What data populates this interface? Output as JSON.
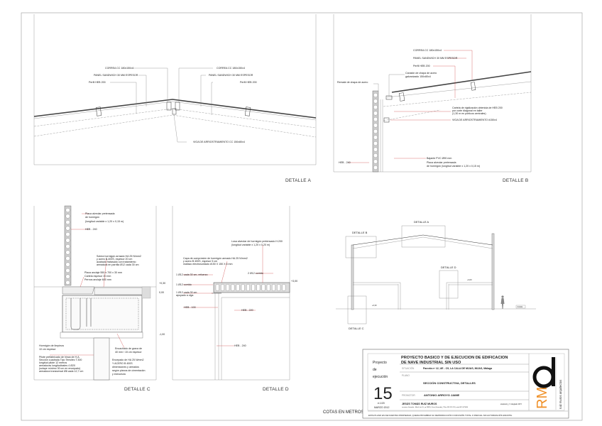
{
  "details": {
    "a": {
      "title": "DETALLE A",
      "labels": [
        "CORREA CC 180x150x4",
        "PANEL SANDWICH 30 MM ESPESOR",
        "Perfil HEB 200",
        "CORREA CC 180x150x4",
        "PANEL SANDWICH 30 MM ESPESOR",
        "Perfil HEB 200",
        "VIGA DE ARRIOSTRAMIENTO CC 150x80x4"
      ]
    },
    "b": {
      "title": "DETALLE B",
      "labels": [
        "CORREA CC 180x150x4",
        "PANEL SANDWICH 30 MM ESPESOR",
        "Perfil HEB 200",
        "Canalón de chapa de acero",
        "galvanizado 150x80x4",
        "Remate de chapa de acero",
        "Cartela de rigidización obtenida de HEB 200",
        "por corte diagonal en taller",
        "(1,30 m en pórticos centrales)",
        "VIGA DE ARRIOSTRAMIENTO #150x4",
        "Bajante PVC Ø90 mm",
        "HEB - 240",
        "Placa alveolar pretensada",
        "de hormigón (longitud variable x 1,20 x 0,15 m)"
      ]
    },
    "c": {
      "title": "DETALLE C",
      "labels": [
        "Placa alveolar pretensada",
        "de hormigón",
        "(longitud variable x 1,20 x 0,15 m)",
        "HEB - 240",
        "Solera hormigón armado HA 25 N/mm2",
        "y acero B-400S, espesor 20 cm",
        "acabado fratasado con tratamiento",
        "armadura en parrilla Ø12 cada 30 cm",
        "Placa anclaje 550 x 700 x 30 mm",
        "Cartela espesor 20 mm",
        "Pernos anclaje 600 mm",
        "Hormigón de limpieza",
        "10 cm espesor",
        "Pilote prefabricado de hinca de H.A.",
        "Sección cuadrada Tipo Tensitec T.300",
        "longitud pilote 12 metros",
        "armaduras longitudinales 4 Ø20",
        "(solape mínimo 30 cm en encepado)",
        "armadura transversal Ø8 cada 12,7 cm",
        "Encachado de grava de",
        "40 mm / 15 cm espesor",
        "Encepado de HA 25 N/mm2",
        "Y ACERO B 400S",
        "dimensiones y armados",
        "según planos de cimentación",
        "y estructura"
      ],
      "levels": [
        "+0,30",
        "0,00",
        "-1,00"
      ]
    },
    "d": {
      "title": "DETALLE D",
      "labels": [
        "Losa alveolar de hormigón pretensado H.200",
        "(longitud variable x 1,20 x 0,20 m)",
        "Capa de compresión de hormigón armado HA 25 N/mm2",
        "y acero B 400S, espesor 5 cm",
        "mallazo electrosoldado #150 X 150 X 6 mm",
        "1 Ø12 cada 30 cm, refuerzo",
        "2 Ø12 corrido",
        "1 Ø12 corrido",
        "1 Ø12 cada 30 cm",
        "apoyado a viga",
        "HEB - 100",
        "HEB - 220",
        "HEB - 240"
      ],
      "levels": [
        "+3,00"
      ]
    }
  },
  "section": {
    "labels": [
      "DETALLE A",
      "DETALLE B",
      "DETALLE C",
      "DETALLE D"
    ],
    "levels": [
      "+3,00",
      "+0,30"
    ],
    "tag": "CALLE"
  },
  "scale_note": "COTAS EN METROS",
  "title_block": {
    "side_label": [
      "Proyecto",
      "de",
      "ejecución"
    ],
    "sheet_number": "15",
    "scale": "e.1/20",
    "date": "MARZO 2012",
    "project_title": [
      "PROYECTO BASICO Y DE EJECUCION DE EDIFICACION",
      "DE NAVE INDUSTRIAL SIN USO"
    ],
    "situacion_label": "SITUACIÓN",
    "situacion": "Parcela nº 12, UE - C9, LA CALA DE MIJAS, MIJAS, Málaga",
    "plano_label": "PLANO",
    "plano": "SECCIÓN CONSTRUCTIVA, DETALLES",
    "promotor_label": "PROMOTOR",
    "promotor": "ANTONIO ARROYO JAIME",
    "architect": "JESÚS TOMÁS RUIZ MUROS",
    "architect_details": "carretera Granada - Motril, km 10_cp 18630_Otura (Granada)_T/Fax 958 559 153_móvil 615 075080",
    "architect_reg": "arquitecto_nº colegiado 4473",
    "logo_text": "RM",
    "logo_side": "ruiz muros arquitectos",
    "disclaimer": "ESTE PLANO ES DE NUESTRA PROPIEDAD, QUEDA PROHIBIDA SU REPRODUCCIÓN O DIFUSIÓN TOTAL O PARCIAL SIN AUTORIZACIÓN ESCRITA.",
    "accent": "#f0922b"
  }
}
